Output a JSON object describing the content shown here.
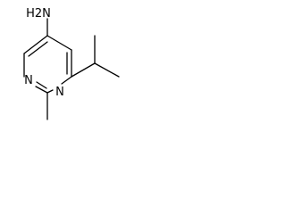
{
  "molecule": {
    "atoms": {
      "amine": "H2N",
      "ring_nitrogen_top": "N",
      "ring_nitrogen_bottom": "N"
    },
    "colors": {
      "background": "#ffffff",
      "bond": "#000000",
      "label": "#000000"
    }
  }
}
